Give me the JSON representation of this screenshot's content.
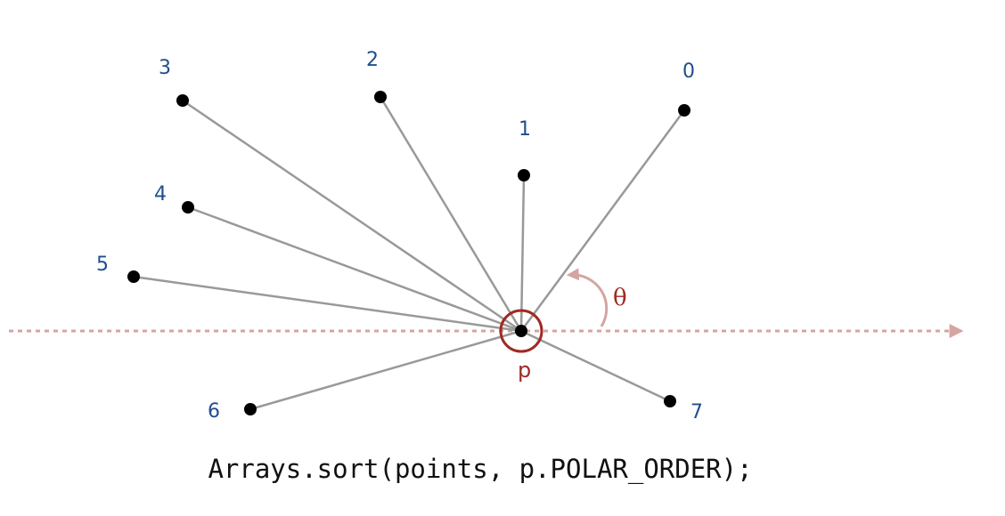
{
  "origin": {
    "label": "p"
  },
  "angle": {
    "label": "θ"
  },
  "points": [
    {
      "label": "0"
    },
    {
      "label": "1"
    },
    {
      "label": "2"
    },
    {
      "label": "3"
    },
    {
      "label": "4"
    },
    {
      "label": "5"
    },
    {
      "label": "6"
    },
    {
      "label": "7"
    }
  ],
  "code": "Arrays.sort(points, p.POLAR_ORDER);",
  "colors": {
    "point_label": "#1f4e8c",
    "origin": "#a02a22",
    "axis": "#d4a5a2",
    "ray": "#999999",
    "dot": "#000000"
  }
}
